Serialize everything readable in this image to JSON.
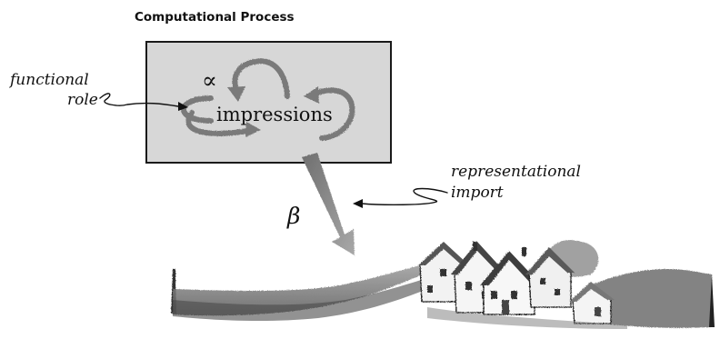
{
  "diagram": {
    "title": "Computational Process",
    "box_label": "impressions",
    "functional_role": {
      "line1": "functional",
      "line2": "role"
    },
    "representational_import": {
      "line1": "representational",
      "line2": "import"
    },
    "alpha_symbol": "∝",
    "beta_symbol": "β",
    "colors": {
      "box_fill": "#d7d7d7",
      "box_border": "#1a1a1a",
      "loop_arrow": "#7a7a7a",
      "big_arrow": "#8f8f8f",
      "ink": "#111111"
    }
  }
}
